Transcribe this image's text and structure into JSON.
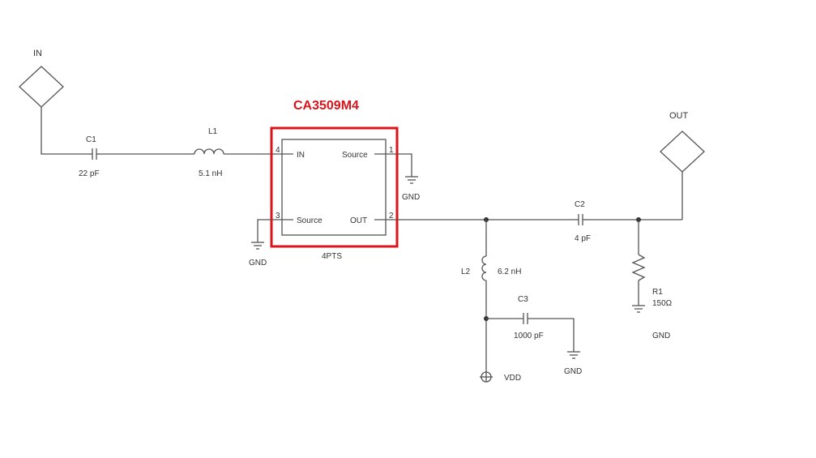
{
  "title": "CA3509M4",
  "ports": {
    "in": "IN",
    "out": "OUT"
  },
  "ic": {
    "package": "4PTS",
    "pins": [
      {
        "num": "4",
        "name": "IN"
      },
      {
        "num": "1",
        "name": "Source"
      },
      {
        "num": "3",
        "name": "Source"
      },
      {
        "num": "2",
        "name": "OUT"
      }
    ]
  },
  "components": {
    "c1": {
      "ref": "C1",
      "value": "22 pF"
    },
    "l1": {
      "ref": "L1",
      "value": "5.1 nH"
    },
    "c2": {
      "ref": "C2",
      "value": "4 pF"
    },
    "l2": {
      "ref": "L2",
      "value": "6.2 nH"
    },
    "c3": {
      "ref": "C3",
      "value": "1000 pF"
    },
    "r1": {
      "ref": "R1",
      "value": "150Ω"
    }
  },
  "nets": {
    "gnd": "GND",
    "vdd": "VDD"
  },
  "colors": {
    "highlight": "#d9141b",
    "wire": "#555555"
  }
}
